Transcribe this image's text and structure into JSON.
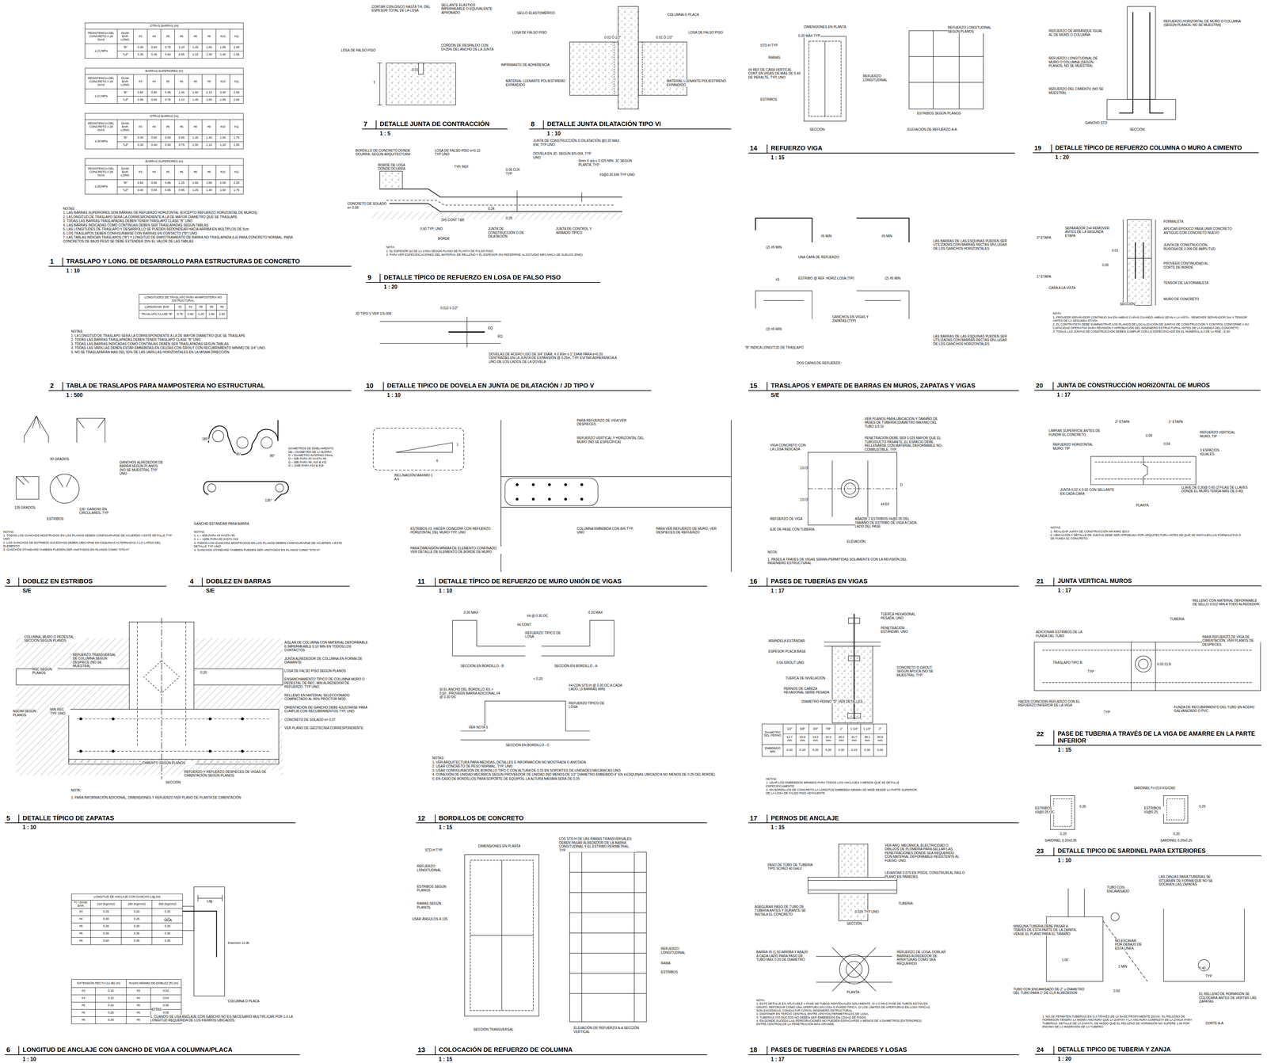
{
  "diagram": {
    "labels": [
      "OTRAS BARRAS (m)",
      "RESISTENCIA DEL CONCRETO A 28 DIAS",
      "DIAM. BAR. LONG.",
      "#3",
      "#4",
      "#5",
      "#6",
      "#8",
      "#9",
      "#10",
      "#11",
      "≥ 21 MPa",
      "\"B\"",
      "0.45",
      "0.60",
      "0.75",
      "1.10",
      "1.45",
      "1.65",
      "1.85",
      "2.00",
      "\"Ld\"",
      "0.35",
      "0.45",
      "0.60",
      "0.85",
      "1.15",
      "1.30",
      "1.40",
      "1.55",
      "BARRAS SUPERIORES (m)",
      "RESISTENCIA DEL CONCRETO A 28 DIAS",
      "DIAM. BAR. LONG.",
      "#3",
      "#4",
      "#5",
      "#6",
      "#8",
      "#9",
      "#10",
      "#11",
      "≥ 21 MPa",
      "\"B\"",
      "0.60",
      "0.80",
      "0.95",
      "1.45",
      "1.90",
      "2.15",
      "2.40",
      "2.60",
      "\"Ld\"",
      "0.45",
      "0.60",
      "0.75",
      "1.10",
      "1.45",
      "1.65",
      "1.85",
      "2.00",
      "OTRAS BARRAS (m)",
      "RESISTENCIA DEL CONCRETO A 28 DIAS",
      "DIAM. BAR. LONG.",
      "#3",
      "#4",
      "#5",
      "#6",
      "#8",
      "#9",
      "#10",
      "#11",
      "≥ 28 MPa",
      "\"B\"",
      "0.40",
      "0.50",
      "0.65",
      "0.95",
      "1.25",
      "1.40",
      "1.60",
      "1.75",
      "\"Ld\"",
      "0.30",
      "0.40",
      "0.50",
      "0.75",
      "1.00",
      "1.10",
      "1.20",
      "1.35",
      "BARRAS SUPERIORES (m)",
      "RESISTENCIA DEL CONCRETO A 28 DIAS",
      "DIAM. BAR. LONG.",
      "#3",
      "#4",
      "#5",
      "#6",
      "#8",
      "#9",
      "#10",
      "#11",
      "≥ 28 MPa",
      "\"B\"",
      "0.50",
      "0.65",
      "0.85",
      "1.25",
      "1.65",
      "1.85",
      "2.05",
      "2.25",
      "\"Ld\"",
      "0.40",
      "0.50",
      "0.65",
      "0.95",
      "1.25",
      "1.40",
      "1.60",
      "1.75",
      "NOTAS:",
      "1. LAS BARRAS SUPERIORES SON BARRAS DE REFUERZO HORIZONTAL (EXCEPTO REFUERZO HORIZONTAL DE MUROS)",
      "2. LA LONGITUD DE TRASLAPO SERÁ LA CORRESPONDIENTE A LA DE MAYOR DIÁMETRO QUE SE TRASLAPE.",
      "3. TODAS LAS BARRAS TRASLAPADAS DEBEN TENER TRASLAPO CLASE \"B\" UNO",
      "4. LAS BARRAS INDICADAS COMO CONTINUAS DEBEN SER TRASLAPADAS SEGÚN TABLAS.",
      "5. LAS LONGITUDES DE TRASLAPO Y DESARROLLO SE PUEDEN REDONDEAR HACIA ARRIBA EN MÚLTIPLOS DE 5cm",
      "6. LOS TRASLAPOS DEBEN CONFIGURARSE CON BARRAS EN CONTACTO (\"B\") UNO",
      "7. LAS TABLAS INDICAN TRASLAPOS (\"B\") Y LONGITUD DE EMPOTRAMIENTO DE BARRA NO TRASLAPADA (Ld) PARA CONCRETO NORMAL. PARA CONCRETOS DE BAJO PESO SE DEBE EXTENDER 25% EL VALOR DE LAS TABLAS",
      "1",
      "TRASLAPO Y LONG. DE DESARROLLO PARA ESTRUCTURAS DE CONCRETO",
      "1 : 10",
      "LONGITUDES DE TRASLAPO PARA MAMPOSTERIA NO ESTRUCTURAL",
      "LONG/DIAM. BAR",
      "#3",
      "#4",
      "#5",
      "#6",
      "#8",
      "TRASLAPO CLASE \"B\"",
      "0.75",
      "0.90",
      "1.20",
      "1.90",
      "2.50",
      "NOTAS:",
      "1. LA LONGITUD DE TRASLAPO SERÁ LA CORRESPONDIENTE A LA DE MAYOR DIÁMETRO QUE SE TRASLAPE",
      "2. TODAS LAS BARRAS TRASLAPADAS DEBEN TENER TRASLAPO CLASE \"B\" UNO",
      "3. TODAS LAS BARRAS INDICADAS COMO CONTINUAS DEBEN SER TRASLAPADAS SEGÚN TABLAS",
      "4. TODAS LAS VARILLAS DEBEN ESTAR EMBEBIDAS EN CELDAS CON GROUT CON RECUBRIMIENTO MÍNIMO DE 3/4\" UNO.",
      "5. NO SE TRASLAPARAN MAS DEL 50% DE LAS VARILLAS HORIZONTALES EN LA MISMA DIRECCIÓN",
      "2",
      "TABLA DE TRASLAPOS PARA MAMPOSTERIA NO ESTRUCTURAL",
      "1 : 500",
      "90 GRADOS",
      "135 GRADOS",
      "ESTRIBOS",
      "135° GANCHO EN CIRCULARES, TYP",
      "NOTAS:",
      "1. TODOS LOS GANCHOS MOSTRADOS EN LOS PLANOS DEBEN CONFIGURARSE DE ACUERDO A ESTE DETALLE TYP UNO",
      "2. LOS GANCHOS DE ESTRIBOS SUCESIVOS DEBEN UBICARSE EN ESQUINAS ALTERNADAS A LO LARGO DEL ELEMENTO",
      "3. GANCHOS STANDARD TAMBIEN PUEDEN SER ANOTADOS EN PLANOS COMO \"STD-H\"",
      "3",
      "DOBLEZ EN ESTRIBOS",
      "S/E",
      "180°",
      "45°",
      "90°",
      "135°",
      "GANCHOS ALREDEDOR DE BARRA SEGÚN PLANOS (NO SE MUESTRA), TYP UNO",
      "DIÁMETROS DE DOBLAMIENTO",
      "Db = DIAMETRO DE LA BARRA",
      "D = DIAMETRO INTERNO FINAL",
      "D = 6db PARA #3 HASTA #8",
      "D = 8db PARA #9, #10 & #11",
      "D = 10db PARA #14 & #18",
      "GANCHO ESTÁNDAR PARA BARRA",
      "NOTAS:",
      "1. L = 6Db PARA #3 HASTA #5",
      "2. L = 12Db PARA #6 HASTA #18",
      "3. TODOS LOS GANCHOS MOSTRADOS EN LOS PLANOS DEBEN CONFIGURARSE DE ACUERDO A ESTE DETALLE TYP UNO",
      "4. GANCHOS STANDARD TAMBIEN PUEDEN SER ANOTADOS EN PLANOS COMO \"STD-H\"",
      "4",
      "DOBLEZ EN BARRAS",
      "S/E",
      "COLUMNA, MURO O PEDESTAL SECCIÓN SEGÚN PLANOS",
      "REFUERZO TRANSVERSAL DE COLUMNA SEGÚN DESPIECE (NO SE MUESTRA)",
      "NSC SEGÚN PLANOS",
      "AISLAR DE COLUMNA CON MATERIAL DEFORMABLE E IMPERMEABLE 0.10 MIN EN TODOS LOS CONTACTOS",
      "JUNTA ALREDEDOR DE COLUMNA EN FORMA DE DIAMANTE",
      "LOSA DE FALSO PISO SEGÚN PLANOS",
      "ENSANCHAMIENTO TÍPICO DE COLUMNA MURO O PEDESTAL DE REC. MIN ALREDEDOR DE REFUERZO, TYP UNO",
      "RELLENO EN MATERIAL SELECCIONADO COMPACTADO AL 95% PROCTOR MOD.",
      "ORIENTACIÓN DE GANCHO DEBE AJUSTARSE PARA CUMPLIR CON RECUBRIMIENTOS TYP, UNO",
      "CONCRETO DE SOLADO e= 0.07",
      "VER PLANO DE GEOTECNIA CORRESPONDIENTE.",
      "REFUERZO Y REFUERZO DESPIECES DE VIGAS DE CIMENTACIÓN SEGÚN PLANOS",
      "NSCIM SEGÚN PLANOS",
      "MIN REC TYP. UNO",
      "0.20",
      "CIMIENTO SEGÚN PLANOS",
      "SECCIÓN",
      "NOTA:",
      "1. PARA INFORMACIÓN ADICIONAL, DIMENSIONES Y REFUERZO VER PLANO DE PLANTA DE CIMENTACIÓN",
      "5",
      "DETALLE TÍPICO DE ZAPATAS",
      "1 : 10",
      "LONGITUD DE ANCLAJE CON GANCHO Ldg (m)",
      "f'c / DIAM. BAR.",
      "210 (Kg/cm2)",
      "280 (Kg/cm2)",
      "350 (Kg/cm2)",
      "#3",
      "0.25",
      "0.20",
      "0.20",
      "#4",
      "0.30",
      "0.25",
      "0.25",
      "#5",
      "0.35",
      "0.30",
      "0.30",
      "#6",
      "0.45",
      "0.35",
      "0.30",
      "#8",
      "0.60",
      "0.45",
      "0.45",
      "EXTENSIÓN RECTA (12 db) (m)",
      "RADIO MÍNIMO DE DOBLEZ (R) (m)",
      "#3",
      "0.15",
      "#3",
      "0.03",
      "#4",
      "0.15",
      "#4",
      "0.04",
      "#5",
      "0.20",
      "#5",
      "0.05",
      "#6",
      "0.25",
      "#6",
      "0.05",
      "#8",
      "0.30",
      "#8",
      "0.08",
      "VIGA",
      "Ldg",
      "Extensión 12 db",
      "COLUMNA O PLACA",
      "NOTAS:",
      "1. CUANDO SE USA ANCLAJE CON GANCHO NO ES NECESARIO MULTIPLICAR POR 1.4 LA LONGITUD REQUERIDA DE LOS FIERROS UBICADOS.",
      "6",
      "LONGITUD DE ANCLAJE CON GANCHO DE VIGA A COLUMNA/PLACA",
      "1 : 10",
      "CORTAR CON DISCO HASTA T/4, DEL ESPESOR TOTAL DE LA LOSA",
      "SELLANTE ELÁSTICO IMPERMEABLE O EQUIVALENTE APROBADO",
      "CORDÓN DE RESPALDO CON D=25% DEL ANCHO DE LA JUNTA",
      "LOSA DE FALSO PISO",
      "0.01",
      "T",
      "7",
      "DETALLE JUNTA DE CONTRACCIÓN",
      "1 : 5",
      "SELLO ELASTOMÉRICO",
      "COLUMNA O PLACA",
      "LOSA DE FALSO PISO",
      "LOSA DE FALSO PISO",
      "0.01 Ó 1/2\"",
      "0.01 Ó 1/2\"",
      "IMPRIMANTE DE ADHERENCIA",
      "MATERIAL LLENANTE POLIESTIRENO EXPANDIDO",
      "MATERIAL LLENANTE POLIESTIRENO EXPANDIDO",
      "8",
      "DETALLE JUNTA DILATACIÓN TIPO VI",
      "1 : 10",
      "BORDILLO DE CONCRETO DONDE OCURRA, SEGÚN ARQUITECTURA",
      "LOSA DE FALSO PISO e=0.12 TYP UNO",
      "BORDE DE LOSA DONDE OCURRA",
      "TYP, REF.",
      "JUNTA DE CONSTRUCCIÓN O DILATACIÓN @0.20 MAX EW, TYP UNO",
      "DOVELA EN JD. SEGÚN 8/S-004, TYP UNO",
      "0.05 CLR TYP",
      "5mm X a/a o 0.025 MIN. JC SEGÚN PLANTA, TYP",
      "#3@0.30 EW TYP UNO",
      "CONCRETO DE SOLADO e= 0.05",
      "2#5 CONT T&B",
      "0.24",
      "0.25",
      "0.60 TYP, UNO",
      "BORDE",
      "JUNTA DE CONSTRUCCIÓN O DE DILATACIÓN",
      "JUNTA DE CONTROL Y ARMADO TÍPICO",
      "NOTA:",
      "1. EL ESPESOR (e) DE LA LOSA SEGÚN PLANO DE PLANTA DE FALSO PISO.",
      "2. PARA VER ESPECIFICACIONES DEL MATERIAL DE RELLENO Y EL ESPESOR (hr) REFERIRSE AL ESTUDIO MECÁNICA DE SUELOS (EMS).",
      "9",
      "DETALLE TÍPICO DE REFUERZO EN LOSA DE FALSO PISO",
      "1 : 20",
      "JD TIPO V VER 1/S-006",
      "0.012 ó 1/2\"",
      "EQ",
      "EQ",
      "DOVELAS DE ACERO LISO DE 3/4\" DIAM. X 0.60m ó 1\" DIAM PARA e=0.20 CENTRADAS EN LA JUNTA DE EXPANSIÓN @ 0.25m, TYP. EVITAR ADHERENCIA A UNO DE LOS LADOS DE LA DOVELA",
      "10",
      "DETALLE TIPICO DE DOVELA EN JUNTA DE DILATACIÓN / JD TIPO V",
      "1 : 10",
      "INCLINACIÓN MÁXIMO 1 A 6",
      "1",
      "6",
      "PARA REFUERZO DE VIGA VER DESPIECES",
      "REFUERZO VERTICAL Y HORIZONTAL DEL MURO (NO SE ESPECIFICA)",
      "ESTRIBOS #3, HACER COINCIDIR CON REFUERZO HORIZONTAL DEL MURO TYP, UNO",
      "PARA DIMENSIÓN MÍNIMA DE ELEMENTO CONFINADO VER DETALLE DE ELEMENTO DE BORDE DE MURO",
      "COLUMNA EMBEBIDA CON 8#6 TYP, UNO",
      "PARA VER REFUERZO DE MURO, VER DESPIECES DE REFUERZO",
      "11",
      "DETALLE TÍPICO DE REFUERZO DE MURO UNIÓN DE VIGAS",
      "1 : 10",
      "0.20 MAX",
      "#4 @ 0.30 OC",
      "#4 CONT",
      "REFUERZO TÍPICO DE LOSA",
      "0.20 MAX",
      "SECCIÓN EN BORDILLO - B",
      "SECCIÓN EN BORDILLO - A",
      "< 0.20",
      "SI EL ANCHO DEL BORDILLO ES > 0.50 , PROVEER BARRA ADICIONAL #4 @ 0.30 OC",
      "#4 CON STD-H @ 0.30 OC A CADA LADO, (3 BARRAS MIN)",
      "REFUERZO TÍPICO DE LOSA",
      "VER NOTA 5",
      "SECCIÓN EN BORDILLO - C",
      "NOTAS:",
      "1. VER ARQUITECTURA PARA MEDIDAS, DETALLES E INFORMACIÓN NO MOSTRADA O ANOTADA.",
      "2. USAR CONCRETO DE PESO NORMAL, TYP, UNO.",
      "3. USAR CONFIGURACIÓN DE BORDILLO TIPO C CON ALTURA DE 0.15 EN SOPORTES DE UNIDADES MECÁNICAS UNO.",
      "4. CONEXIÓN DE UNIDAD MECÁNICA SEGÚN PROVEEDOR DE UNIDAD (NO MENOS DE 1/2\" DIAMETRO EMBEBIDO 4\" EN 4 ESQUINAS UBICADO A NO MENOS DE 0.25 DEL BORDE).",
      "5. EN CASO DE BORDILLOS PARA SOPORTE DE EQUIPOS, LA ALTURA MÁXIMA SERÁ DE 0.25",
      "12",
      "BORDILLOS DE CONCRETO",
      "1 : 15",
      "DIMENSIONES EN PLANTA",
      "STD-H TYP",
      "LOS STD-H DE LAS RAMAS TRANSVERSALES DEBEN PASAR ALREDEDOR DE LA BARRA LONGITUDINAL Y EL ESTRIBO PERIMETRAL, TYP",
      "REFUERZO LONGITUDINAL",
      "ESTRIBOS SEGÚN PLANOS",
      "RAMAS SEGÚN PLANOS",
      "USAR ÁNGULOS A 135",
      "REFUERZO LONGITUDINAL",
      "RAMA",
      "ESTRIBOS",
      "SECCIÓN TRANSVERSAL",
      "ELEVACIÓN DE REFUERZO A-A SECCIÓN VERTICAL",
      "13",
      "COLOCACIÓN DE REFUERZO DE COLUMNA",
      "1 : 15",
      "DIMENSIONES EN PLANTA",
      "0.20 MAX TYP",
      "STD-H TYP",
      "RAMAS",
      "#4 REF DE CARA VERTICAL CONT EN VIGAS DE MAS DE 0.40 DE PERALTE, TYP, UNO",
      "ESTRIBOS",
      "REFUERZO LONGITUDINAL",
      "SECCIÓN",
      "REFUERZO LONGITUDINAL SEGÚN PLANOS",
      "ESTRIBOS SEGÚN PLANOS",
      "ELEVACIÓN DE REFUERZO A-A",
      "14",
      "REFUERZO VIGA",
      "1 : 15",
      "#5 MIN",
      "(2) #5 MIN",
      "#5 MIN",
      "UNA CAPA DE REFUERZO",
      "LAS BARRAS DE LAS ESQUINAS PUEDEN SER UTILIZADAS CON BARRAS RECTAS EN LUGAR DE LOS GANCHOS HORIZONTALES",
      "#3",
      "ESTRIBO @ REF. HORIZ LOSA (TIP)",
      "(2) #5 MIN",
      "(2) #5 MIN",
      "GANCHOS EN VIGAS Y ZAPATAS (TYP)",
      "LAS BARRAS DE LAS ESQUINAS PUEDEN SER UTILIZADAS CON BARRAS RECTAS EN LUGAR DE LOS GANCHOS HORIZONTALES",
      "\"B\" INDICA LONGITUD DE TRASLAPO",
      "DOS CAPAS DE REFUERZO",
      "15",
      "TRASLAPOS Y EMPATE DE BARRAS EN MUROS, ZAPATAS Y VIGAS",
      "S/E",
      "VER PLANOS PARA UBICACIÓN Y TAMAÑO DE PASES DE TUBERÍA (DIAMETRO MAXIMO DEL TUBO 1/3 D)",
      "PENETRACIÓN DEBE SER 0.025 MAYOR QUE EL TUBO/DUCTO PASANTE, EL ESPACIO DEBE RELLENARSE CON MATERIAL DEFORMABLE NO-COMBUSTIBLE, TYP.",
      "VIGA CONCRETO CON LA LOSA INDICADA",
      "1/3 D",
      "1/3 D",
      "D",
      "#4 EF",
      "REFUERZO DE VIGA",
      "AÑADIR 2 ESTRIBOS #4@0.05 DEL TAMAÑO DE ESTRIBO DE VIGA A CADA LADO DEL PASE",
      "EJE DE PASE CON TUBERÍA",
      "ELEVACIÓN",
      "NOTA:",
      "1. PASES A TRAVÉS DE VIGAS SERÁN PERMITIDAS SOLAMENTE CON LA REVISIÓN DEL INGENIERO ESTRUCTURAL",
      "16",
      "PASES DE TUBERÍAS EN VIGAS",
      "1 : 17",
      "TUERCA HEXAGONAL PESADA, UNO",
      "PENETRACIÓN ESTÁNDAR, UNO",
      "ARANDELA ESTÁNDAR",
      "ESPESOR PLACA BASE",
      "0.04 GROUT UNO",
      "CONCRETO O GROUT SEGÚN APLICA (NO SE MUESTRA), TYP.",
      "TUERCA DE NIVELACIÓN",
      "PERNOS DE CABEZA HEXAGONAL SERIE PESADA",
      "DIAMETRO PERNO \"D\" VER DETALLES",
      "DIAMETRO DEL PERNO",
      "1/2\"",
      "5/8\"",
      "3/4\"",
      "7/8\"",
      "1\"",
      "1 1/4\"",
      "1 1/2\"",
      "2\"",
      "12.7 mm",
      "15.9 mm",
      "19.0 mm",
      "22.2 mm",
      "25.4 mm",
      "31.7 mm",
      "38.1 mm",
      "50.8 mm",
      "EMBEBIDO MIN",
      "0.20",
      "0.20",
      "0.20",
      "0.20",
      "0.20",
      "0.23",
      "0.30",
      "0.40",
      "NOTAS:",
      "1. USAR LOS EMBEBIDOS MÍNIMOS PARA TODOS LOS ANCLAJES A MENOS QUE SE DETALLE ESPECÍFICAMENTE.",
      "2. EN BORDILLOS DE CONCRETO LA LONGITUD EMBEBIDA MÍNIMA SE MIDE DESDE LA PARTE SUPERIOR DE LA LOSA DE FALSO PISO ADYACENTE.",
      "17",
      "PERNOS DE ANCLAJE",
      "1 : 15",
      "VER ARQ. MECÁNICA, ELECTRICIDAD O DIBUJOS DE PLOMERÍA PARA SELLAR LAS PENETRACIONES DONDE SEA REQUERIDO CON MATERIAL DEFORMABLE RESISTENTE AL FUEGO, UNO.",
      "LEVANTAR 0.075 EN PISOS, CONSTRUIR AL RAS O PLANO EN PAREDES",
      "PASO DE TUBO DE TUBERIA TIPO SCHED 40 GALV",
      "ASEGURAR PASO DE TUBO DE TUBERIA ANTES Y DURANTE SE INSTALA EL CONCRETO",
      "TUBERIA",
      "0.025 TYP UNO",
      "SECCIÓN",
      "BARRA #5 (1.50 ARRIBA Y ABAJO A CADA LADO PARA PASO DE TUBO MAX 0.20 DE DIAMETRO",
      "REFUERZO DE LOSA, DOBLAR BARRAS ALREDEDOR DE APERTURAS COMO SEA REQUERIDO",
      "PLANTA",
      "NOTA:",
      "1. ESTE DETALLE ES APLICABLE A PASE DE TUBOS INDIVIDUALES SOLAMENTE. SI 2 O MAS PASE DE TUBOS ESTAN EN GRUPO, REFORZAR COMO UNA APERTURA EN LOSA O PARED TÍPICA. SI LOS LÍMITES DE APERTURAS EN LOSA TÍPICAS SON EXCEDIDAS, CONSULTAR CON EL INGENIERO ESTRUCTURAL.",
      "2. DISPONER EN TERCIO CENTRAL ENTRE APOYOS PERIMETRALES DE LOSA.",
      "3. TUBERÍAS Y/O DUCTOS NO DEBEN SER EMBEBIDOS EN LOSAS DE PISOS.",
      "4. EN DONDE SUCEDA LAS PERFORACIONES NO PUEDEN ESPACIARSE A MENOS DE 4 DIÁMETROS (EXTERIORES) ENTRE CENTROS DE LA PENETRACIÓN MÁS GRANDE.",
      "18",
      "PASES DE TUBERÍAS EN PAREDES Y LOSAS",
      "1 : 17",
      "REFUERZO DE ARRANQUE IGUAL AL DE MURO O COLUMNA",
      "REFUERZO HORIZONTAL DE MURO O COLUMNA (SEGÚN PLANOS, NO SE MUESTRA)",
      "REFUERZO LONGITUDINAL DE MURO O COLUMNA (SEGÚN PLANOS, NO SE MUESTRA)",
      "REFUERZO DEL CIMIENTO (NO SE MUESTRA)",
      "GANCHO STD",
      "SECCIÓN",
      "19",
      "DETALLE TÍPICO DE REFUERZO COLUMNA O MURO A CIMIENTO",
      "1 : 20",
      "2° ETAPA",
      "1° ETAPA",
      "SEPARADOR 2x4 REMOVER ANTES DE LA SEGUNDA ETAPA",
      "0.01",
      "0.05",
      "CARA A LA VISTA",
      "FORMALETA",
      "APLICAR EPOXICO PARA UNIR CONCRETO ANTIGUO CON CONCRETO NUEVO",
      "JUNTA DE CONSTRUCCIÓN, RUGOSA DE 0.006 DE AMPLITUD",
      "PROVEER CONTINUIDAD AL CORTE DE BORDE",
      "TENSOR DE LA FORMALETA",
      "MURO DE CONCRETO",
      "SECCIÓN",
      "NOTA:",
      "1. PROVEER SEPARADOR CONTINUO 2x4 EN AMBAS CARAS CUANDO AMBAS SEAN A LA VISTA - REMOVER SEPARADOR 2x4 Y TENSOR ANTES DE LA SEGUNDA ETAPA.",
      "2. EL CONTRATISTA DEBE SUMINISTRAR LOS PLANOS DE LOCALIZACIÓN DE JUNTAS DE CONSTRUCCIÓN Y CONTROL CONFORME A SU CAPACIDAD OPERATIVA PARA REVISIÓN Y APROBACIÓN DEL INGENIERO ESTRUCTURAL ANTES DE LA FUNDIDA DEL CONCRETO.",
      "3. TODAS LAS JUNTAS DE CONSTRUCCIÓN DEBEN CUMPLIR CON LO ESPECIFICADO EN EL NUMERAL 6.4 DE LA RNE - E 60",
      "20",
      "JUNTA DE CONSTRUCCIÓN HORIZONTAL DE MUROS",
      "1 : 17",
      "2° ETAPA",
      "1° ETAPA",
      "LIMPIAR SUPERFICIE ANTES DE FUNDIR EL CONCRETO",
      "REFUERZO HORIZONTAL MURO, TIP",
      "0.09",
      "0.04",
      "REFUERZO VERTICAL MURO, TIP",
      "3 ESPACIOS IGUALES",
      "JUNTA 0.02 X 0.02 CON SELLANTE EN CADA CARA",
      "LLAVE DE 0.30@ 0.60 (2 FILAS DE LLAVES DONDE EL MURO TENGA MÁS DE 0.40)",
      "PLANTA",
      "NOTAS",
      "1. REALIZAR JUNTA DE CONSTRUCCIÓN MÁXIMO @3.0",
      "2. UBICACIÓN Y DETALLE DE JUNTAS DEBE SER APROBADA POR ARQUITECTURA ANTES DE QUE SE INSTALEN LAS FORMALETAS O SE FUNDA EL CONCRETO.",
      "21",
      "JUNTA VERTICAL MUROS",
      "1 : 17",
      "RELLENO CON MATERIAL DEFORMABLE DE SELLO 0.012 MIN A TODO ALREDEDOR.",
      "TUBERIA",
      "ADICIONAR ESTRIBOS DE LA FUNDA DEL TUBO",
      "PARA REFUERZO DE VIGA DE CIMENTACIÓN, VER PLANOS DE DESPIECES",
      "TRASLAPO TIPO B",
      "TYP",
      "0.03 CLR",
      "HACER COINCIDIR REFUERZO CON EL REFUERZO INFERIOR DE LA VIGA",
      "TYP",
      "FUNDA DE RECUBRIMIENTO DEL TUBO EN ACERO GALVANIZADO O PVC",
      "22",
      "PASE DE TUBERIA A TRAVÉS DE LA VIGA DE AMARRE EN LA PARTE INFERIOR",
      "1 : 15",
      "SARDINEL f'c=210 KG/CM2",
      "ESTRIBOS #3@0.25 OC",
      "0.35",
      "0.20",
      "SARDINEL 0.20x0.35",
      "ESTRIBOS #3@0.25",
      "0.25",
      "0.20",
      "SARDINEL 0.20x0.25",
      "23",
      "DETALLE TIPICO DE SARDINEL PARA EXTERIORES",
      "1 : 10",
      "LAS ZANJAS PARA TUBERIAS SE SITUARÁN DE FORMA QUE NO SE SOCAVEN LAS ZAPATAS",
      "TUBO CON ENCAMISADO",
      "NINGUNA TUBERIA DEBE PASAR A TRAVÉS DE ESTA PARTE DE LA ZAPATA, VÉASE EL PLANO PARA EL TAMAÑO",
      "NO EXCAVAR POR DEBAJO DE ESTA LÍNEA",
      "2 MIN",
      "1.00",
      "0.50",
      "TUBO CON ENCAMISADO DE 2\" ≥ DIAMETRO DEL TUBO PARA 1\" DE CLR ALREDEDOR",
      "0.40",
      "TYP",
      "EL RELLENO DE HORMIGÓN SE COLOCARÁ ANTES DE VERTER LAS ZAPATAS",
      "CORTE A-A",
      "1. NO SE PERMITEN TUBERÍAS EN O A TRAVÉS DE LA BASE PROPIAMENTE DICHA. EL RELLENO DE HORMIGÓN TENDRÁ LA MISMA ANCHURA QUE LA ZAPATA Y LA ANCHURA COMPLETA DE LA ZANJA PARA TUBERÍAS. DETALLE DE LA ZAPATA, DE MODO QUE EL RELLENO DE HORMIGÓN NO SUPERE 1.00 POR ENCIMA DE LA INSERCIÓN DE LA TUBERÍA",
      "24",
      "DETALLE TIPICO DE TUBERIA Y ZANJA",
      "1 : 20"
    ]
  }
}
